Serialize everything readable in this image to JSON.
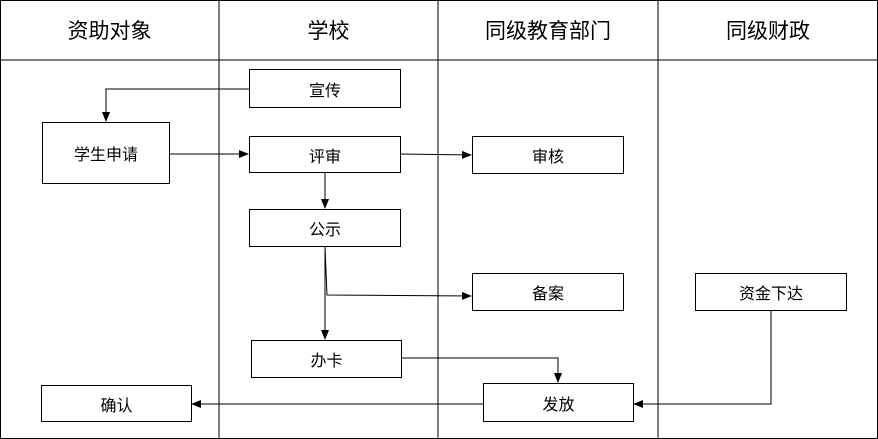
{
  "lanes": [
    "资助对象",
    "学校",
    "同级教育部门",
    "同级财政"
  ],
  "nodes": {
    "xuanchuan": "宣传",
    "xueshengshenqing": "学生申请",
    "pingshen": "评审",
    "shenhe": "审核",
    "gongshi": "公示",
    "bei_an": "备案",
    "zijinxiada": "资金下达",
    "banka": "办卡",
    "fafang": "发放",
    "queren": "确认"
  }
}
